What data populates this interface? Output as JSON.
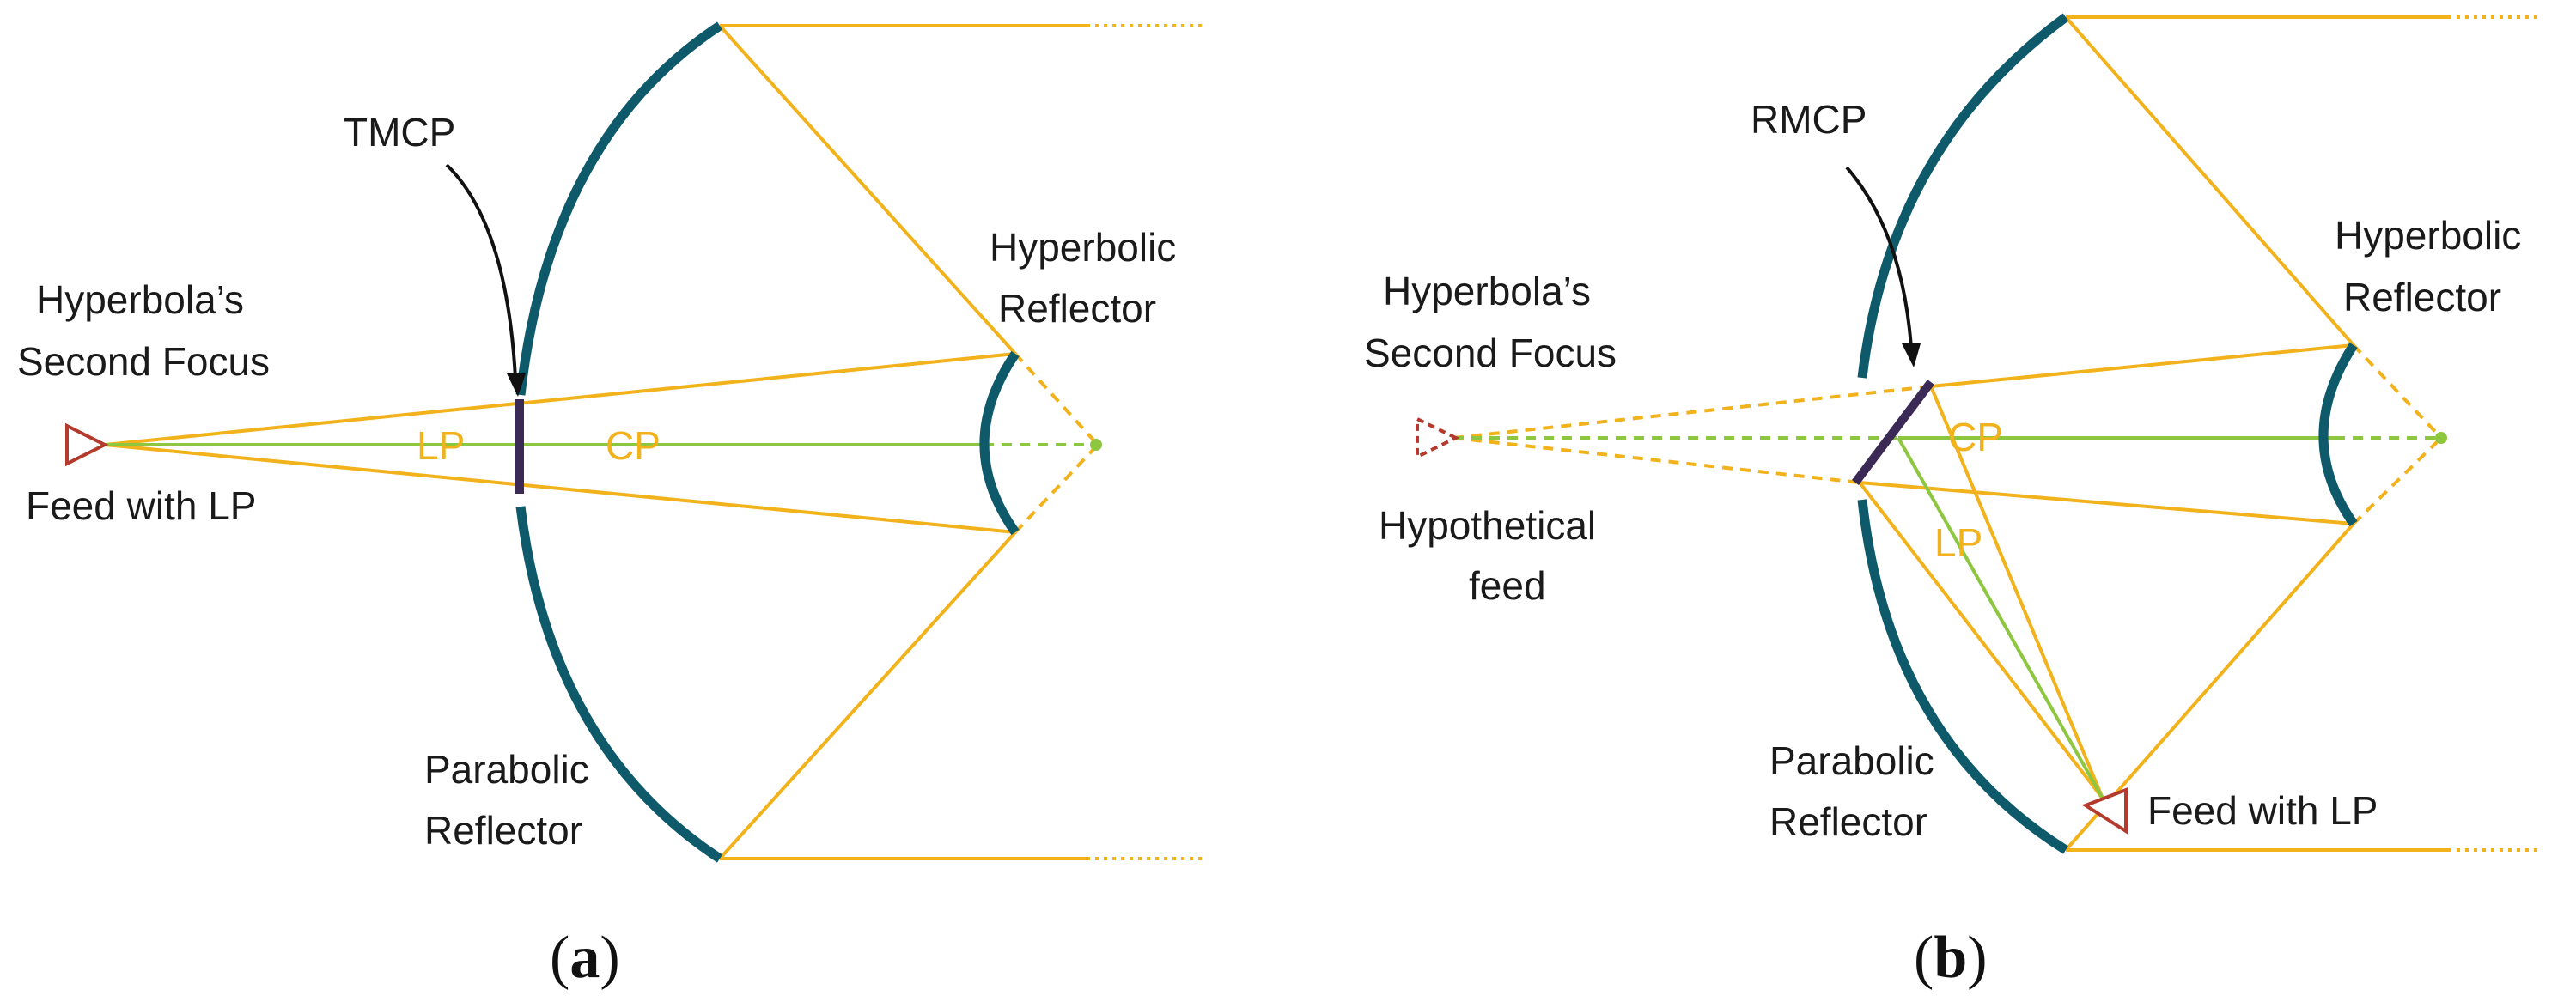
{
  "panel_a": {
    "polarizer_label": "TMCP",
    "hyperbolic_reflector_line1": "Hyperbolic",
    "hyperbolic_reflector_line2": "Reflector",
    "second_focus_line1": "Hyperbola’s",
    "second_focus_line2": "Second Focus",
    "feed_label": "Feed with LP",
    "lp_label": "LP",
    "cp_label": "CP",
    "parabolic_reflector_line1": "Parabolic",
    "parabolic_reflector_line2": "Reflector",
    "caption": "(a)"
  },
  "panel_b": {
    "polarizer_label": "RMCP",
    "hyperbolic_reflector_line1": "Hyperbolic",
    "hyperbolic_reflector_line2": "Reflector",
    "second_focus_line1": "Hyperbola’s",
    "second_focus_line2": "Second Focus",
    "hypothetical_feed_line1": "Hypothetical",
    "hypothetical_feed_line2": "feed",
    "cp_label": "CP",
    "lp_label": "LP",
    "parabolic_reflector_line1": "Parabolic",
    "parabolic_reflector_line2": "Reflector",
    "feed_label": "Feed with LP",
    "caption": "(b)"
  },
  "colors": {
    "rays": "#f2b21b",
    "polarization_path": "#8dc63f",
    "reflectors": "#0e5a6a",
    "polarizer": "#3b2a55",
    "feed": "#b33a2c"
  }
}
